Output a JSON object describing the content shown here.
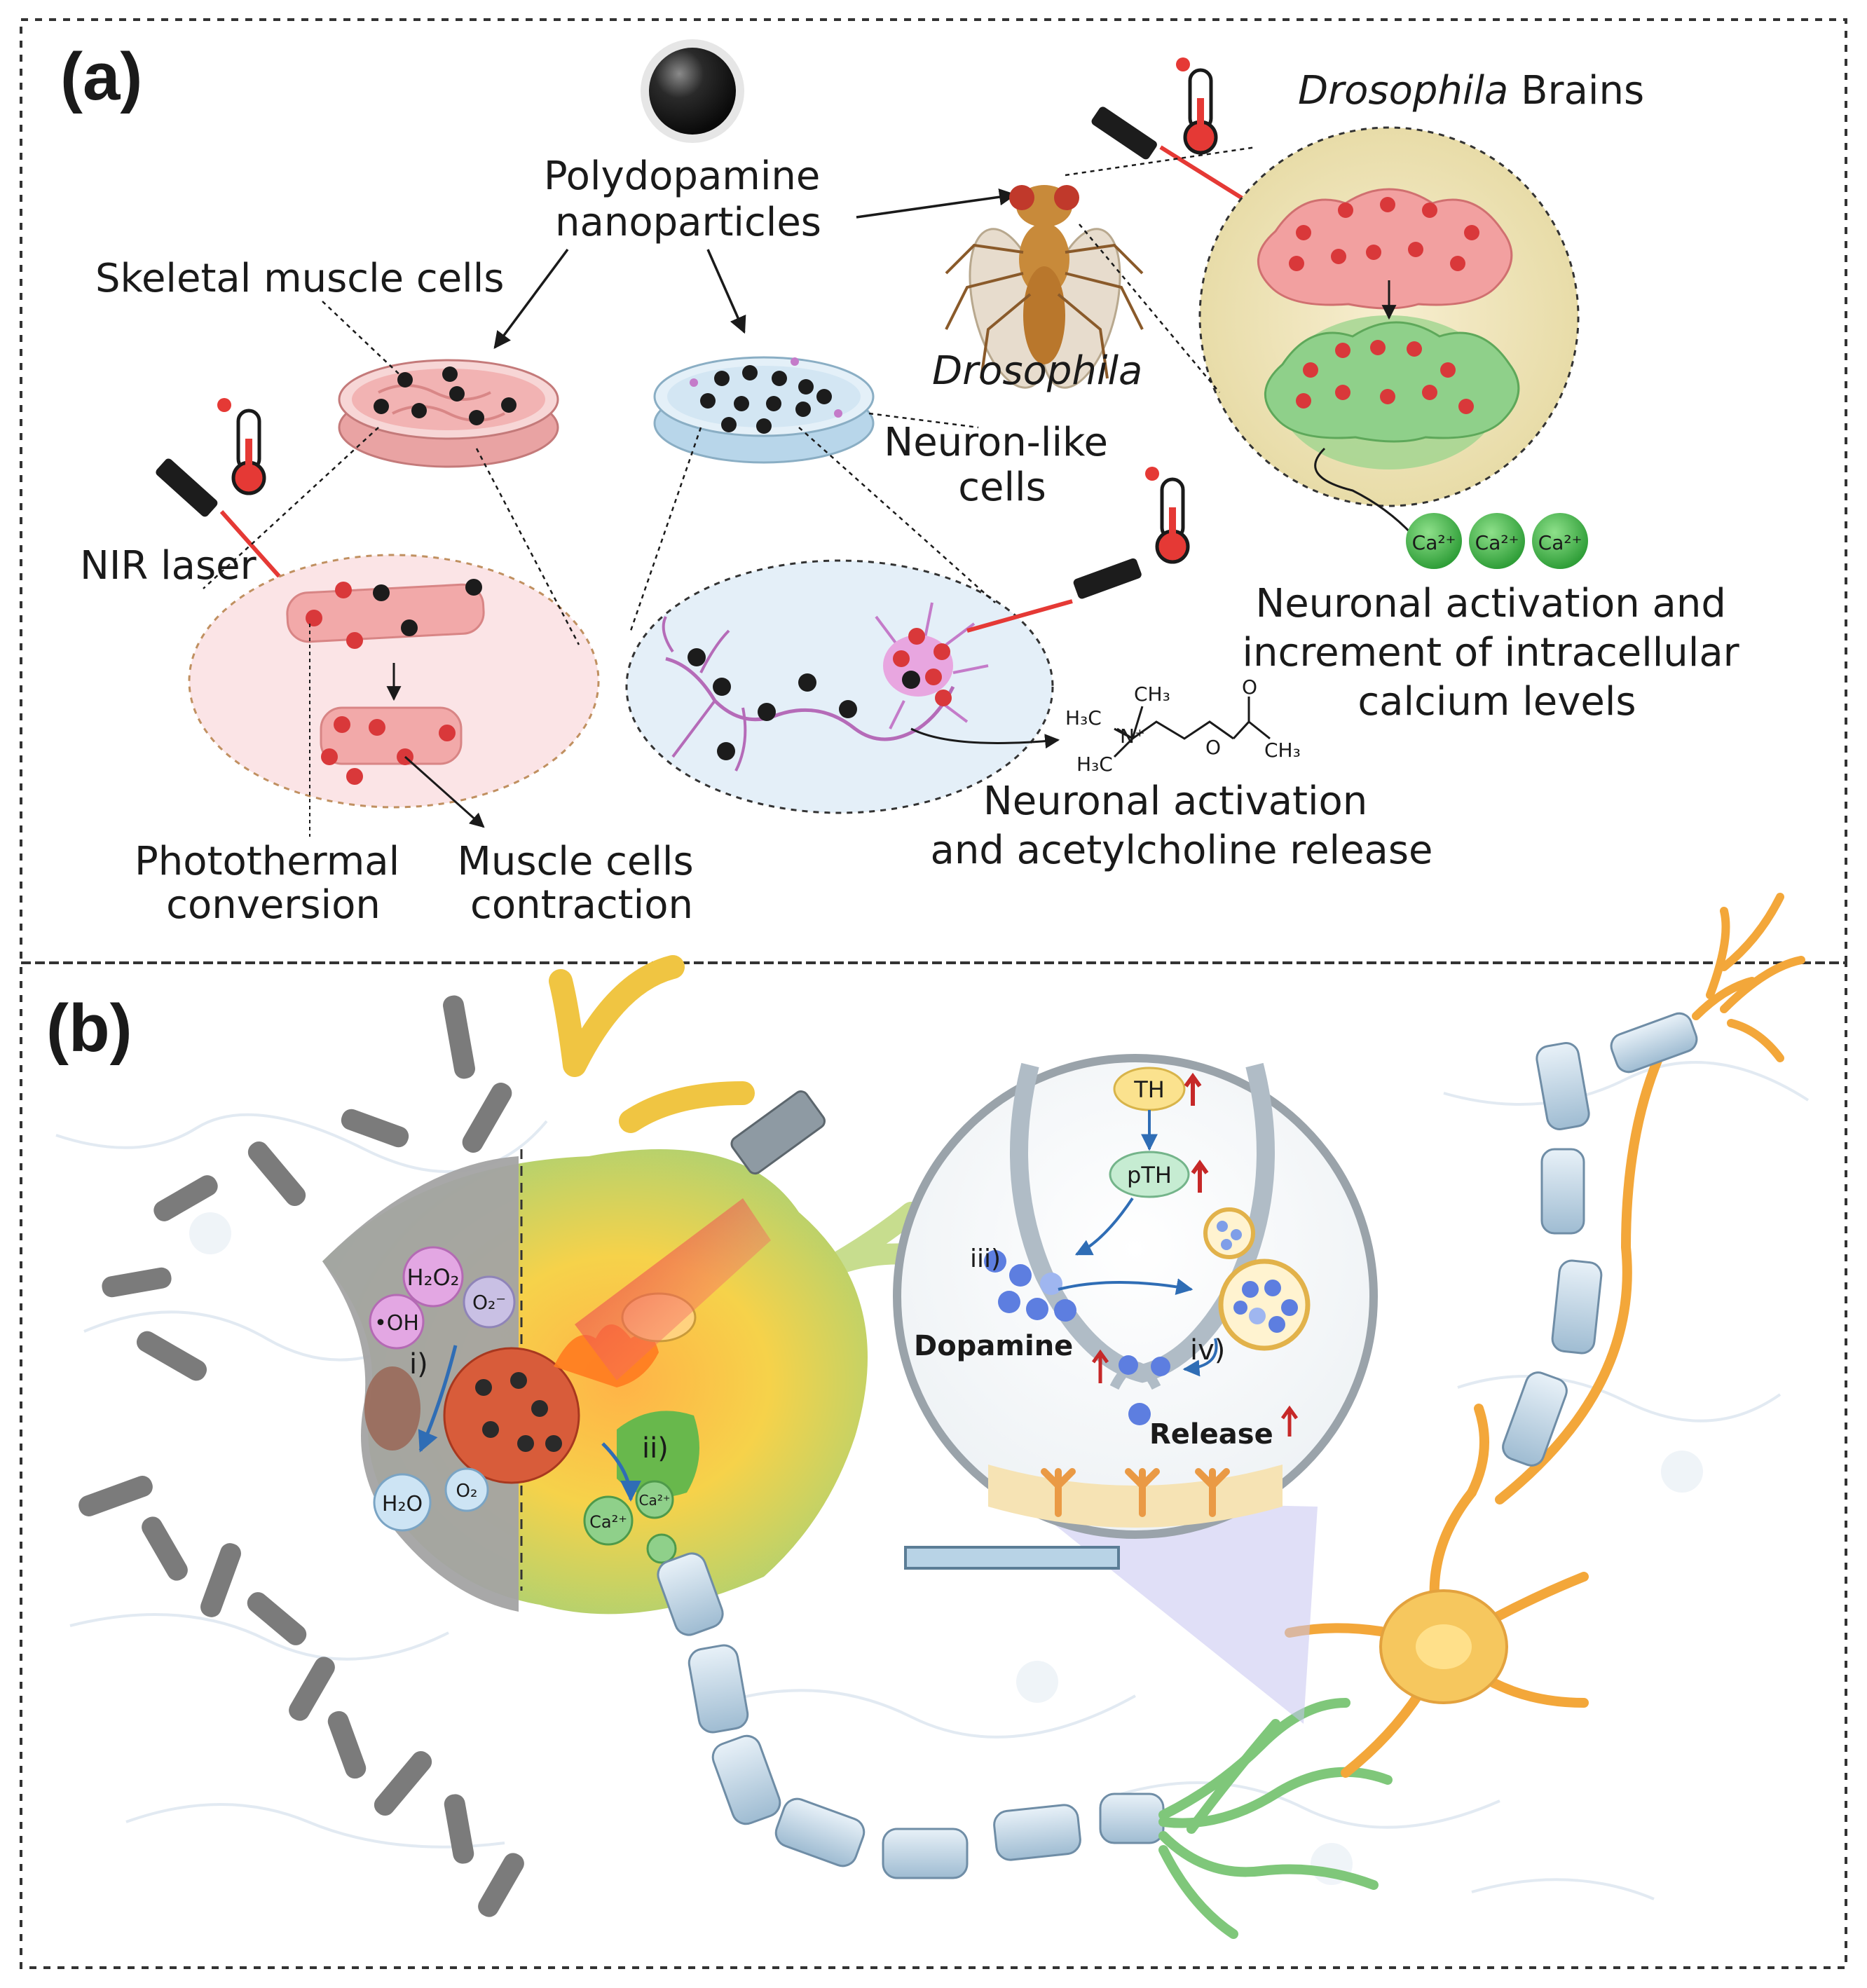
{
  "panel_a": {
    "letter": "(a)",
    "polydopamine": [
      "Polydopamine",
      "nanoparticles"
    ],
    "skeletal": "Skeletal muscle cells",
    "drosophila_brains_italic": "Drosophila",
    "drosophila_brains_rest": " Brains",
    "drosophila": "Drosophila",
    "neuron_like": [
      "Neuron-like",
      "cells"
    ],
    "nir_laser": "NIR laser",
    "neuronal_calcium": [
      "Neuronal activation and",
      "increment of intracellular",
      "calcium levels"
    ],
    "ca_ion": "Ca²⁺",
    "photothermal": [
      "Photothermal",
      "conversion"
    ],
    "muscle_contraction": [
      "Muscle cells",
      "contraction"
    ],
    "acetylcholine": [
      "Neuronal activation",
      "and acetylcholine release"
    ],
    "chem": {
      "h3c_top": "H₃C",
      "ch3_top": "CH₃",
      "n_plus": "N⁺",
      "h3c_bot": "H₃C",
      "o": "O",
      "o_ring": "O",
      "ch3_right": "CH₃"
    }
  },
  "panel_b": {
    "letter": "(b)",
    "h2o2": "H₂O₂",
    "oh": "•OH",
    "o2_minus": "O₂⁻",
    "i": "i)",
    "h2o": "H₂O",
    "o2": "O₂",
    "ii": "ii)",
    "ca": "Ca²⁺",
    "th": "TH",
    "pth": "pTH",
    "iii": "iii)",
    "dopamine": "Dopamine",
    "iv": "iv)",
    "release": "Release"
  },
  "colors": {
    "frame": "#333333",
    "nanoparticle": "#1c1c1c",
    "red_dot": "#d9383a",
    "calcium_green": "#3cb043",
    "arrow_red": "#d32f2f",
    "neuron_yellow": "#f5c04a",
    "myelin": "#c9dbe8",
    "dendrite_green": "#7fc77a"
  }
}
